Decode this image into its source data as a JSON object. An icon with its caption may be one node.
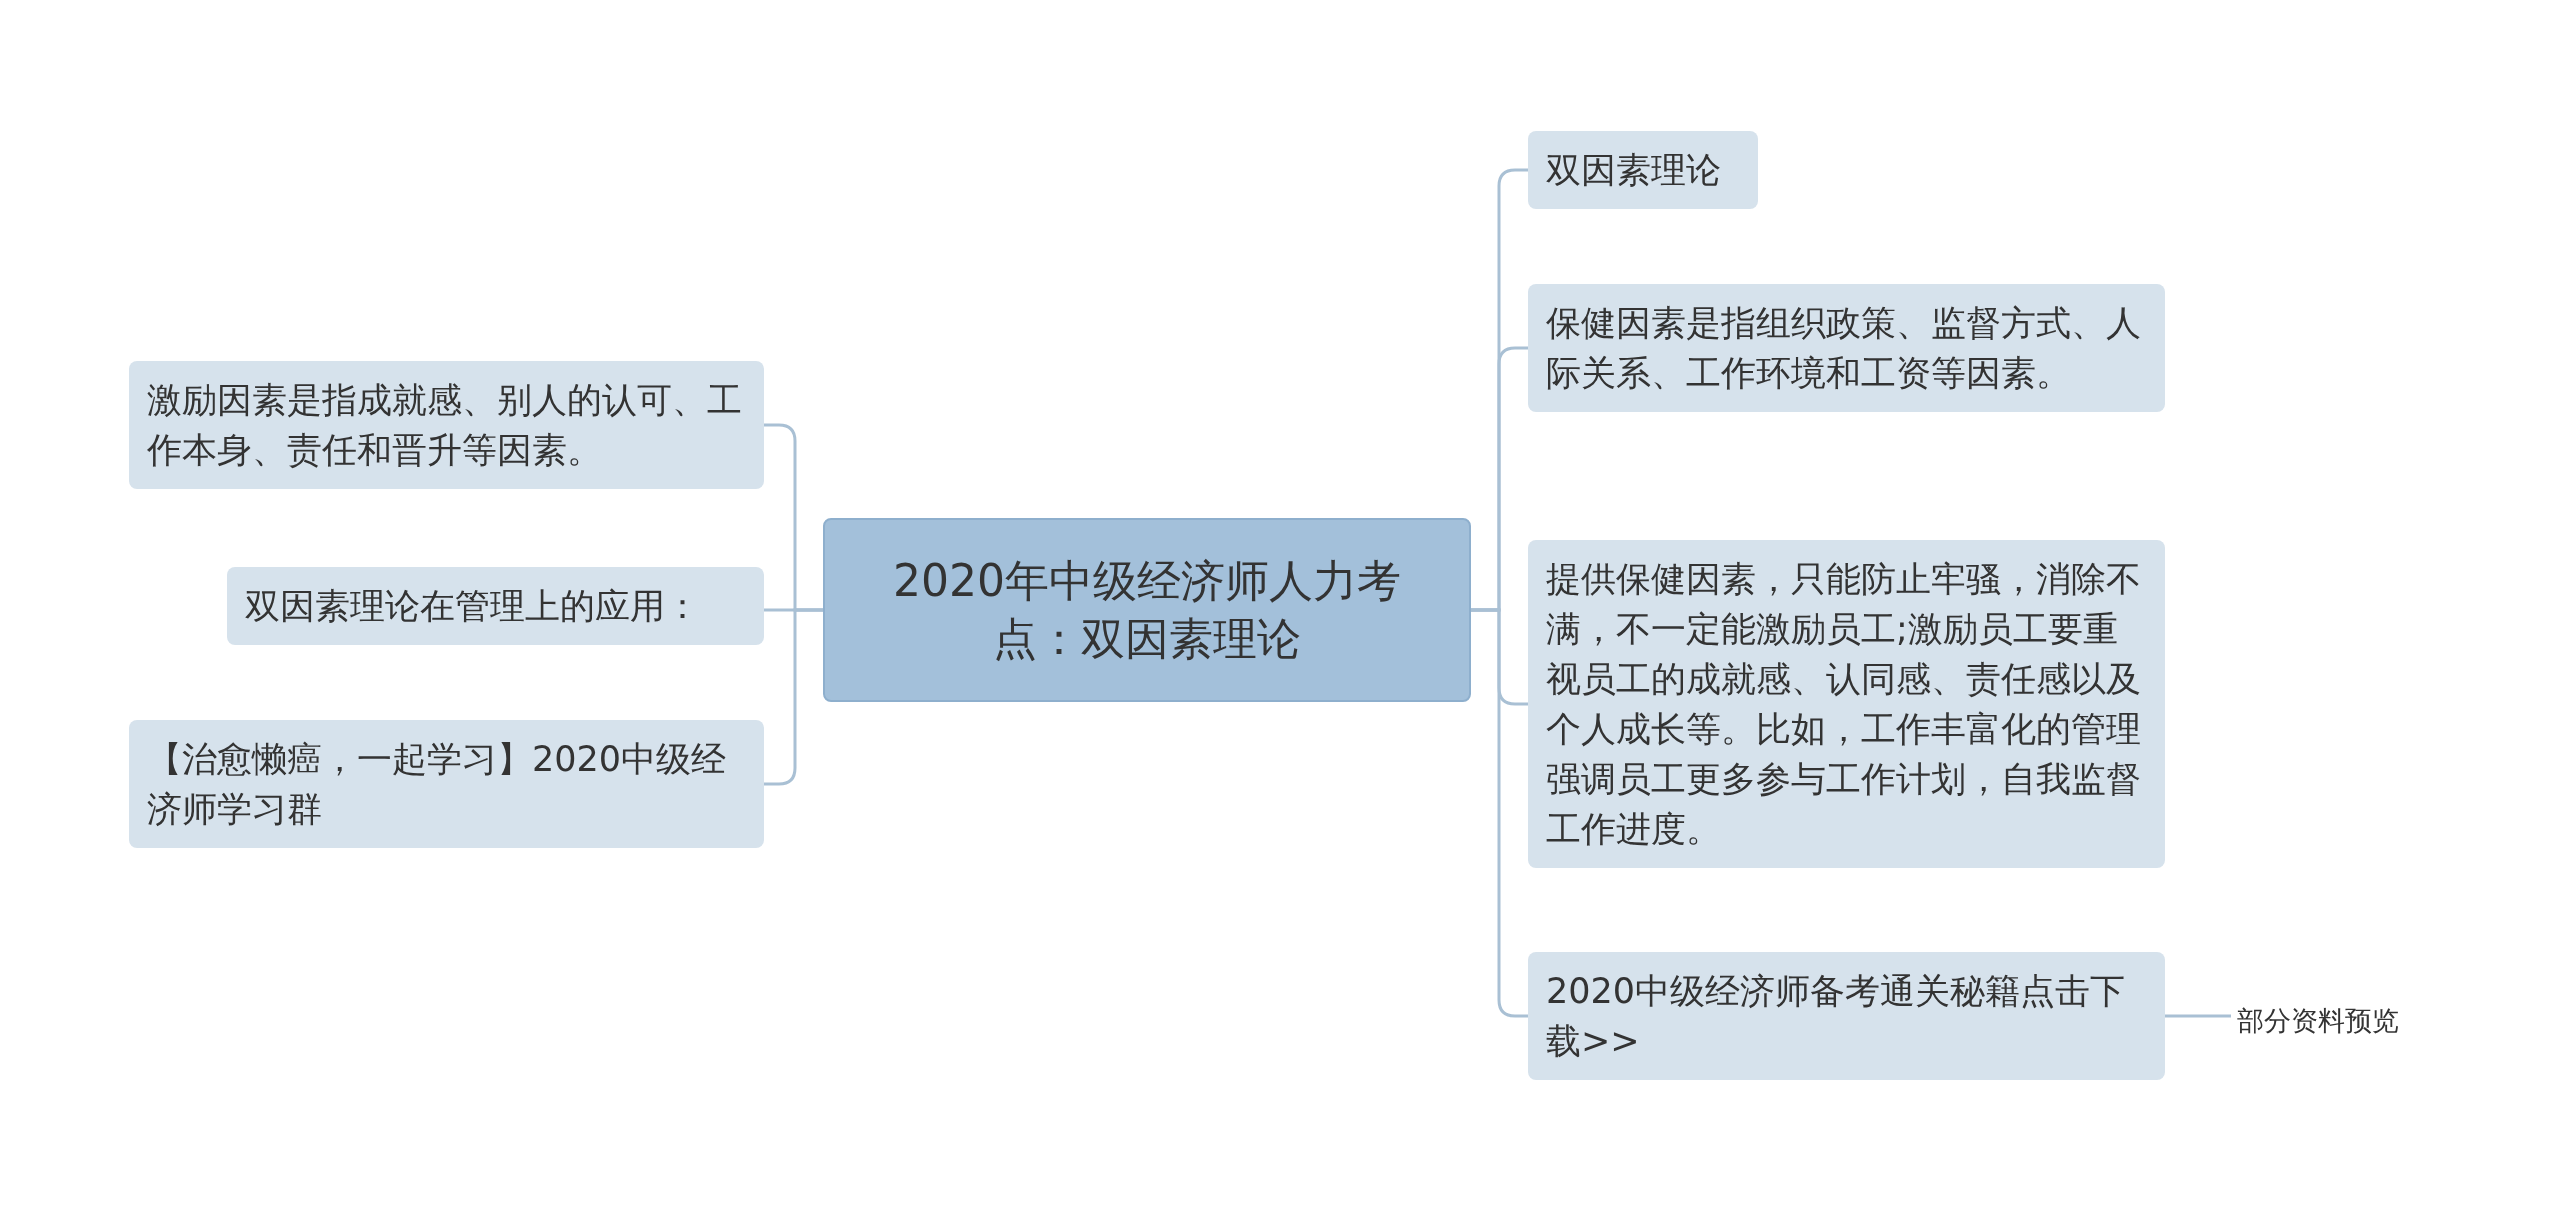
{
  "diagram": {
    "nodes": [
      {
        "text": [
          "2020年中级经济师人力考点：双因素理论"
        ]
      },
      {
        "text": [
          "激励因素是指成就感、别人的认可、工作本身、责任和晋升等因素。"
        ]
      },
      {
        "text": [
          "双因素理论在管理上的应用："
        ]
      },
      {
        "text": [
          "【治愈懒癌，一起学习】2020中级经济师学习群"
        ]
      },
      {
        "text": [
          "双因素理论"
        ]
      },
      {
        "text": [
          "保健因素是指组织政策、监督方式、人际关系、工作环境和工资等因素。"
        ]
      },
      {
        "text": [
          "提供保健因素，只能防止牢骚，消除不满，不一定能激励员工;激励员工要重视员工的成就感、认同感、责任感以及个人成长等。比如，工作丰富化的管理强调员工更多参与工作计划，自我监督工作进度。"
        ]
      },
      {
        "text": [
          "2020中级经济师备考通关秘籍点击下载>>"
        ]
      },
      {
        "text": [
          "部分资料预览"
        ]
      }
    ],
    "edges": [
      {
        "from": 0,
        "to": 1,
        "arrow": "none"
      },
      {
        "from": 0,
        "to": 2,
        "arrow": "none"
      },
      {
        "from": 0,
        "to": 3,
        "arrow": "none"
      },
      {
        "from": 0,
        "to": 4,
        "arrow": "none"
      },
      {
        "from": 0,
        "to": 5,
        "arrow": "none"
      },
      {
        "from": 0,
        "to": 6,
        "arrow": "none"
      },
      {
        "from": 0,
        "to": 7,
        "arrow": "none"
      },
      {
        "from": 7,
        "to": 8,
        "arrow": "none"
      }
    ]
  }
}
